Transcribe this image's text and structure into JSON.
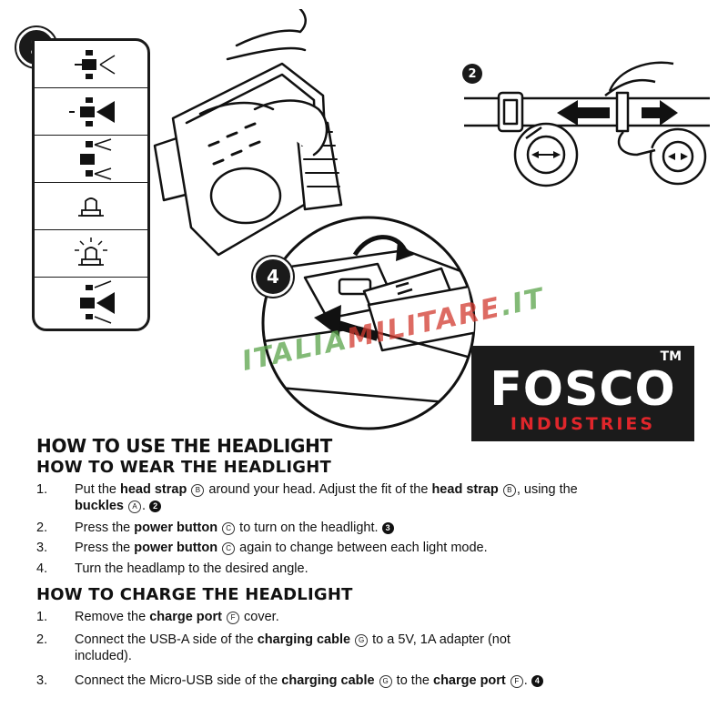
{
  "badges": {
    "step3": "3",
    "step2": "2",
    "step4": "4",
    "ref_wear": "2",
    "ref_power": "3",
    "ref_charge": "4"
  },
  "modes": {
    "icons": [
      "full-and-side-beam-icon",
      "spot-beam-icon",
      "dual-side-beam-icon",
      "warning-light-icon",
      "flashing-warning-light-icon",
      "all-beams-icon"
    ]
  },
  "logo": {
    "word": "FOSCO",
    "tm": "TM",
    "sub": "INDUSTRIES",
    "brand_color": "#e0262b",
    "bg_color": "#1b1b1b"
  },
  "watermark": {
    "part1": "ITALIA",
    "part2": "MILITARE",
    "part3": ".IT"
  },
  "text": {
    "title": "HOW TO USE THE HEADLIGHT",
    "wear_heading": "HOW TO WEAR THE HEADLIGHT",
    "charge_heading": "HOW TO CHARGE THE HEADLIGHT",
    "wear": {
      "n1": "1.",
      "n2": "2.",
      "n3": "3.",
      "n4": "4.",
      "i1_a": "Put the ",
      "i1_b": "head strap",
      "i1_c": " around your head. Adjust the fit of the  ",
      "i1_d": "head strap",
      "i1_e": ", using the",
      "i1_f": "buckles",
      "i1_g": ".",
      "i2_a": "Press the ",
      "i2_b": "power button",
      "i2_c": " to turn on the headlight.",
      "i3_a": "Press the ",
      "i3_b": "power button",
      "i3_c": " again to change between each light mode.",
      "i4": "Turn the headlamp to the desired angle.",
      "mark_b": "B",
      "mark_a": "A",
      "mark_c": "C"
    },
    "charge": {
      "n1": "1.",
      "n2": "2.",
      "n3": "3.",
      "i1_a": "Remove the ",
      "i1_b": "charge port",
      "i1_c": " cover.",
      "i2_a": "Connect the USB-A side of the ",
      "i2_b": "charging cable",
      "i2_c": " to a 5V, 1A adapter (not",
      "i2_d": "included).",
      "i3_a": "Connect the Micro-USB side of the  ",
      "i3_b": "charging cable",
      "i3_c": " to the ",
      "i3_d": "charge port",
      "i3_e": ".",
      "mark_f": "F",
      "mark_g": "G"
    }
  }
}
